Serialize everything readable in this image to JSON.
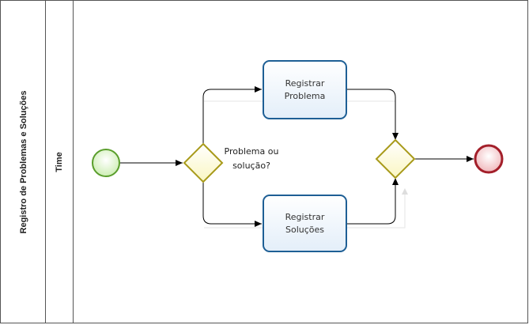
{
  "pool": {
    "name": "Registro de Problemas e Soluções"
  },
  "lane": {
    "name": "Time"
  },
  "tasks": {
    "problema": {
      "line1": "Registrar",
      "line2": "Problema"
    },
    "solucoes": {
      "line1": "Registrar",
      "line2": "Soluções"
    }
  },
  "gateway_split": {
    "label_line1": "Problema ou",
    "label_line2": "solução?"
  },
  "colors": {
    "start_stroke": "#5a9e2c",
    "start_fill": "#d9f2c4",
    "end_stroke": "#a31f2a",
    "end_fill": "#f3c6c8",
    "gateway_stroke": "#a89a1a",
    "gateway_fill": "#fdfbd8",
    "task_stroke": "#1e5f95",
    "task_fill": "#eef4fb",
    "flow": "#000000"
  }
}
